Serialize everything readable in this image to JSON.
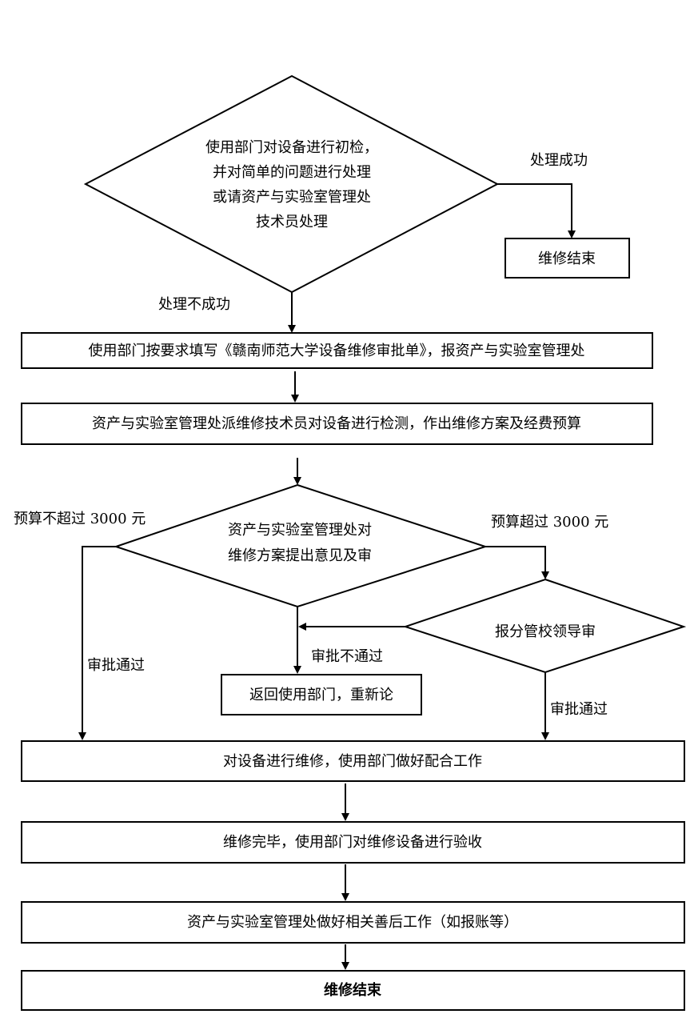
{
  "flowchart": {
    "diamond_initial_check": {
      "lines": [
        "使用部门对设备进行初检，",
        "并对简单的问题进行处理",
        "或请资产与实验室管理处",
        "技术员处理"
      ]
    },
    "label_success": "处理成功",
    "box_end_early": "维修结束",
    "label_fail": "处理不成功",
    "box_fill_form": "使用部门按要求填写《赣南师范大学设备维修审批单》，报资产与实验室管理处",
    "box_inspection": "资产与实验室管理处派维修技术员对设备进行检测，作出维修方案及经费预算",
    "label_budget_under": "预算不超过 3000 元",
    "label_budget_over": "预算超过 3000 元",
    "diamond_review": {
      "lines": [
        "资产与实验室管理处对",
        "维修方案提出意见及审"
      ]
    },
    "diamond_leader": "报分管校领导审",
    "label_approved_left": "审批通过",
    "label_rejected": "审批不通过",
    "box_return": "返回使用部门，重新论",
    "label_approved_right": "审批通过",
    "box_repair": "对设备进行维修，使用部门做好配合工作",
    "box_acceptance": "维修完毕，使用部门对维修设备进行验收",
    "box_aftercare": "资产与实验室管理处做好相关善后工作（如报账等）",
    "box_end_final": "维修结束"
  }
}
